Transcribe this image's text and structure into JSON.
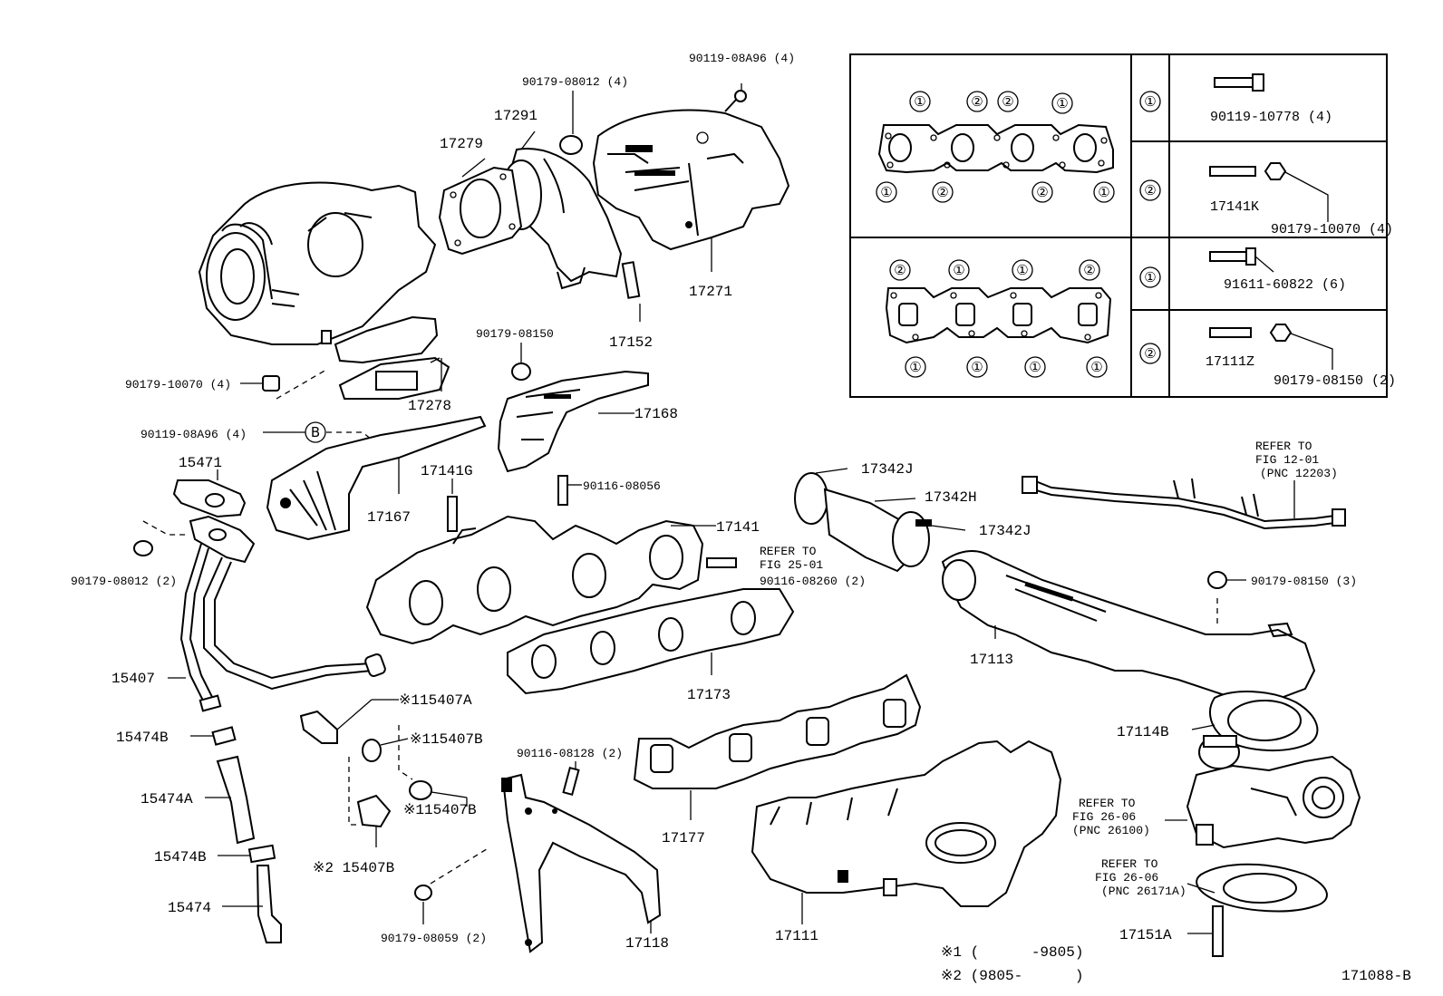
{
  "diagram_id": "171088-B",
  "labels": {
    "l_90119_08A96_top": "90119-08A96 (4)",
    "l_90179_08012_top": "90179-08012 (4)",
    "l_17291": "17291",
    "l_17279": "17279",
    "l_17271": "17271",
    "l_17152": "17152",
    "l_90179_08150": "90179-08150",
    "l_17278": "17278",
    "l_90179_10070_left": "90179-10070 (4)",
    "l_90119_08A96_left": "90119-08A96 (4)",
    "l_17168": "17168",
    "l_15471": "15471",
    "l_17141G": "17141G",
    "l_90116_08056": "90116-08056",
    "l_17167": "17167",
    "l_17141": "17141",
    "l_refer_fig25": [
      "REFER TO",
      "FIG 25-01"
    ],
    "l_90116_08260": "90116-08260 (2)",
    "l_90179_08012_left": "90179-08012 (2)",
    "l_17173": "17173",
    "l_15407": "15407",
    "l_x115407A": "※115407A",
    "l_x115407B_1": "※115407B",
    "l_x115407B_2": "※115407B",
    "l_15474B_1": "15474B",
    "l_15474A": "15474A",
    "l_15474B_2": "15474B",
    "l_15474": "15474",
    "l_x2_15407B": "※2 15407B",
    "l_90116_08128": "90116-08128 (2)",
    "l_90179_08059": "90179-08059 (2)",
    "l_17118": "17118",
    "l_17177": "17177",
    "l_17111": "17111",
    "l_17342J_1": "17342J",
    "l_17342H": "17342H",
    "l_17342J_2": "17342J",
    "l_refer_fig12": [
      "REFER TO",
      "FIG 12-01",
      "(PNC 12203)"
    ],
    "l_90179_08150_3": "90179-08150 (3)",
    "l_17113": "17113",
    "l_17114B": "17114B",
    "l_refer_fig26_a": [
      "REFER TO",
      "FIG 26-06",
      "(PNC 26100)"
    ],
    "l_refer_fig26_b": [
      "REFER TO",
      "FIG 26-06",
      "(PNC 26171A)"
    ],
    "l_17151A": "17151A",
    "l_B_marker": "B"
  },
  "legend_box": {
    "row1_right": {
      "circle": "①",
      "part": "90119-10778 (4)"
    },
    "row2_right": {
      "circle": "②",
      "part_a": "17141K",
      "part_b": "90179-10070 (4)"
    },
    "row3_right": {
      "circle": "①",
      "part": "91611-60822 (6)"
    },
    "row4_right": {
      "circle": "②",
      "part_a": "17111Z",
      "part_b": "90179-08150 (2)"
    },
    "gasket1_top": [
      "①",
      "②",
      "②",
      "①"
    ],
    "gasket1_bottom": [
      "①",
      "②",
      "②",
      "①"
    ],
    "gasket2_top": [
      "②",
      "①",
      "①",
      "②"
    ],
    "gasket2_bottom": [
      "①",
      "①",
      "①",
      "①"
    ]
  },
  "footnotes": {
    "note1": "※1 (      -9805)",
    "note2": "※2 (9805-      )",
    "code": "171088-B"
  }
}
